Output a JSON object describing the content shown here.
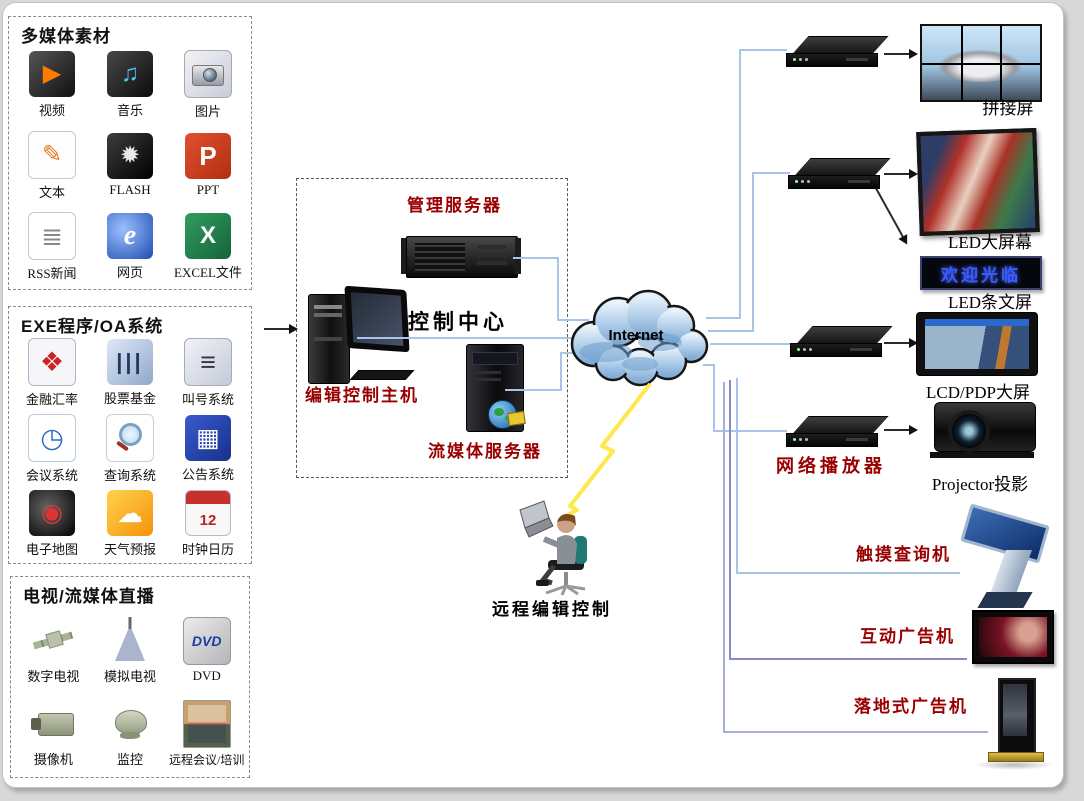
{
  "panels": [
    {
      "title": "多媒体素材",
      "items": [
        {
          "icon": "video-icon",
          "label": "视频"
        },
        {
          "icon": "music-icon",
          "label": "音乐"
        },
        {
          "icon": "picture-icon",
          "label": "图片"
        },
        {
          "icon": "text-icon",
          "label": "文本"
        },
        {
          "icon": "flash-icon",
          "label": "FLASH"
        },
        {
          "icon": "ppt-icon",
          "label": "PPT"
        },
        {
          "icon": "rss-news-icon",
          "label": "RSS新闻"
        },
        {
          "icon": "webpage-icon",
          "label": "网页"
        },
        {
          "icon": "excel-file-icon",
          "label": "EXCEL文件"
        }
      ]
    },
    {
      "title": "EXE程序/OA系统",
      "items": [
        {
          "icon": "finance-rate-icon",
          "label": "金融汇率"
        },
        {
          "icon": "stock-fund-icon",
          "label": "股票基金"
        },
        {
          "icon": "queue-number-icon",
          "label": "叫号系统"
        },
        {
          "icon": "meeting-system-icon",
          "label": "会议系统"
        },
        {
          "icon": "query-system-icon",
          "label": "查询系统"
        },
        {
          "icon": "notice-system-icon",
          "label": "公告系统"
        },
        {
          "icon": "e-map-icon",
          "label": "电子地图"
        },
        {
          "icon": "weather-icon",
          "label": "天气预报"
        },
        {
          "icon": "clock-calendar-icon",
          "label": "时钟日历"
        }
      ]
    },
    {
      "title": "电视/流媒体直播",
      "items": [
        {
          "icon": "satellite-icon",
          "label": "数字电视"
        },
        {
          "icon": "broadcast-tower-icon",
          "label": "模拟电视"
        },
        {
          "icon": "dvd-player-icon",
          "label": "DVD"
        },
        {
          "icon": "camcorder-icon",
          "label": "摄像机"
        },
        {
          "icon": "surveillance-icon",
          "label": "监控"
        },
        {
          "icon": "conference-icon",
          "label": "远程会议/培训"
        }
      ]
    }
  ],
  "control_center": {
    "title": "控制中心",
    "management_server": "管理服务器",
    "edit_host": "编辑控制主机",
    "stream_server": "流媒体服务器"
  },
  "cloud": {
    "label": "Internet"
  },
  "remote_edit": {
    "label": "远程编辑控制"
  },
  "players": {
    "label": "网络播放器"
  },
  "outputs": {
    "video_wall": "拼接屏",
    "led_big_screen": "LED大屏幕",
    "led_ticker": {
      "label": "LED条文屏",
      "screen_text": "欢迎光临"
    },
    "lcd_pdp": "LCD/PDP大屏",
    "projector": "Projector投影",
    "touch_kiosk": "触摸查询机",
    "interactive_ad": "互动广告机",
    "floor_ad": "落地式广告机"
  },
  "colors": {
    "label_red": "#990000",
    "line_blue": "#a8c4e6",
    "line_purple": "#8888cc",
    "line_lilac": "#a8aede",
    "led_text_blue": "#3b5bff"
  }
}
